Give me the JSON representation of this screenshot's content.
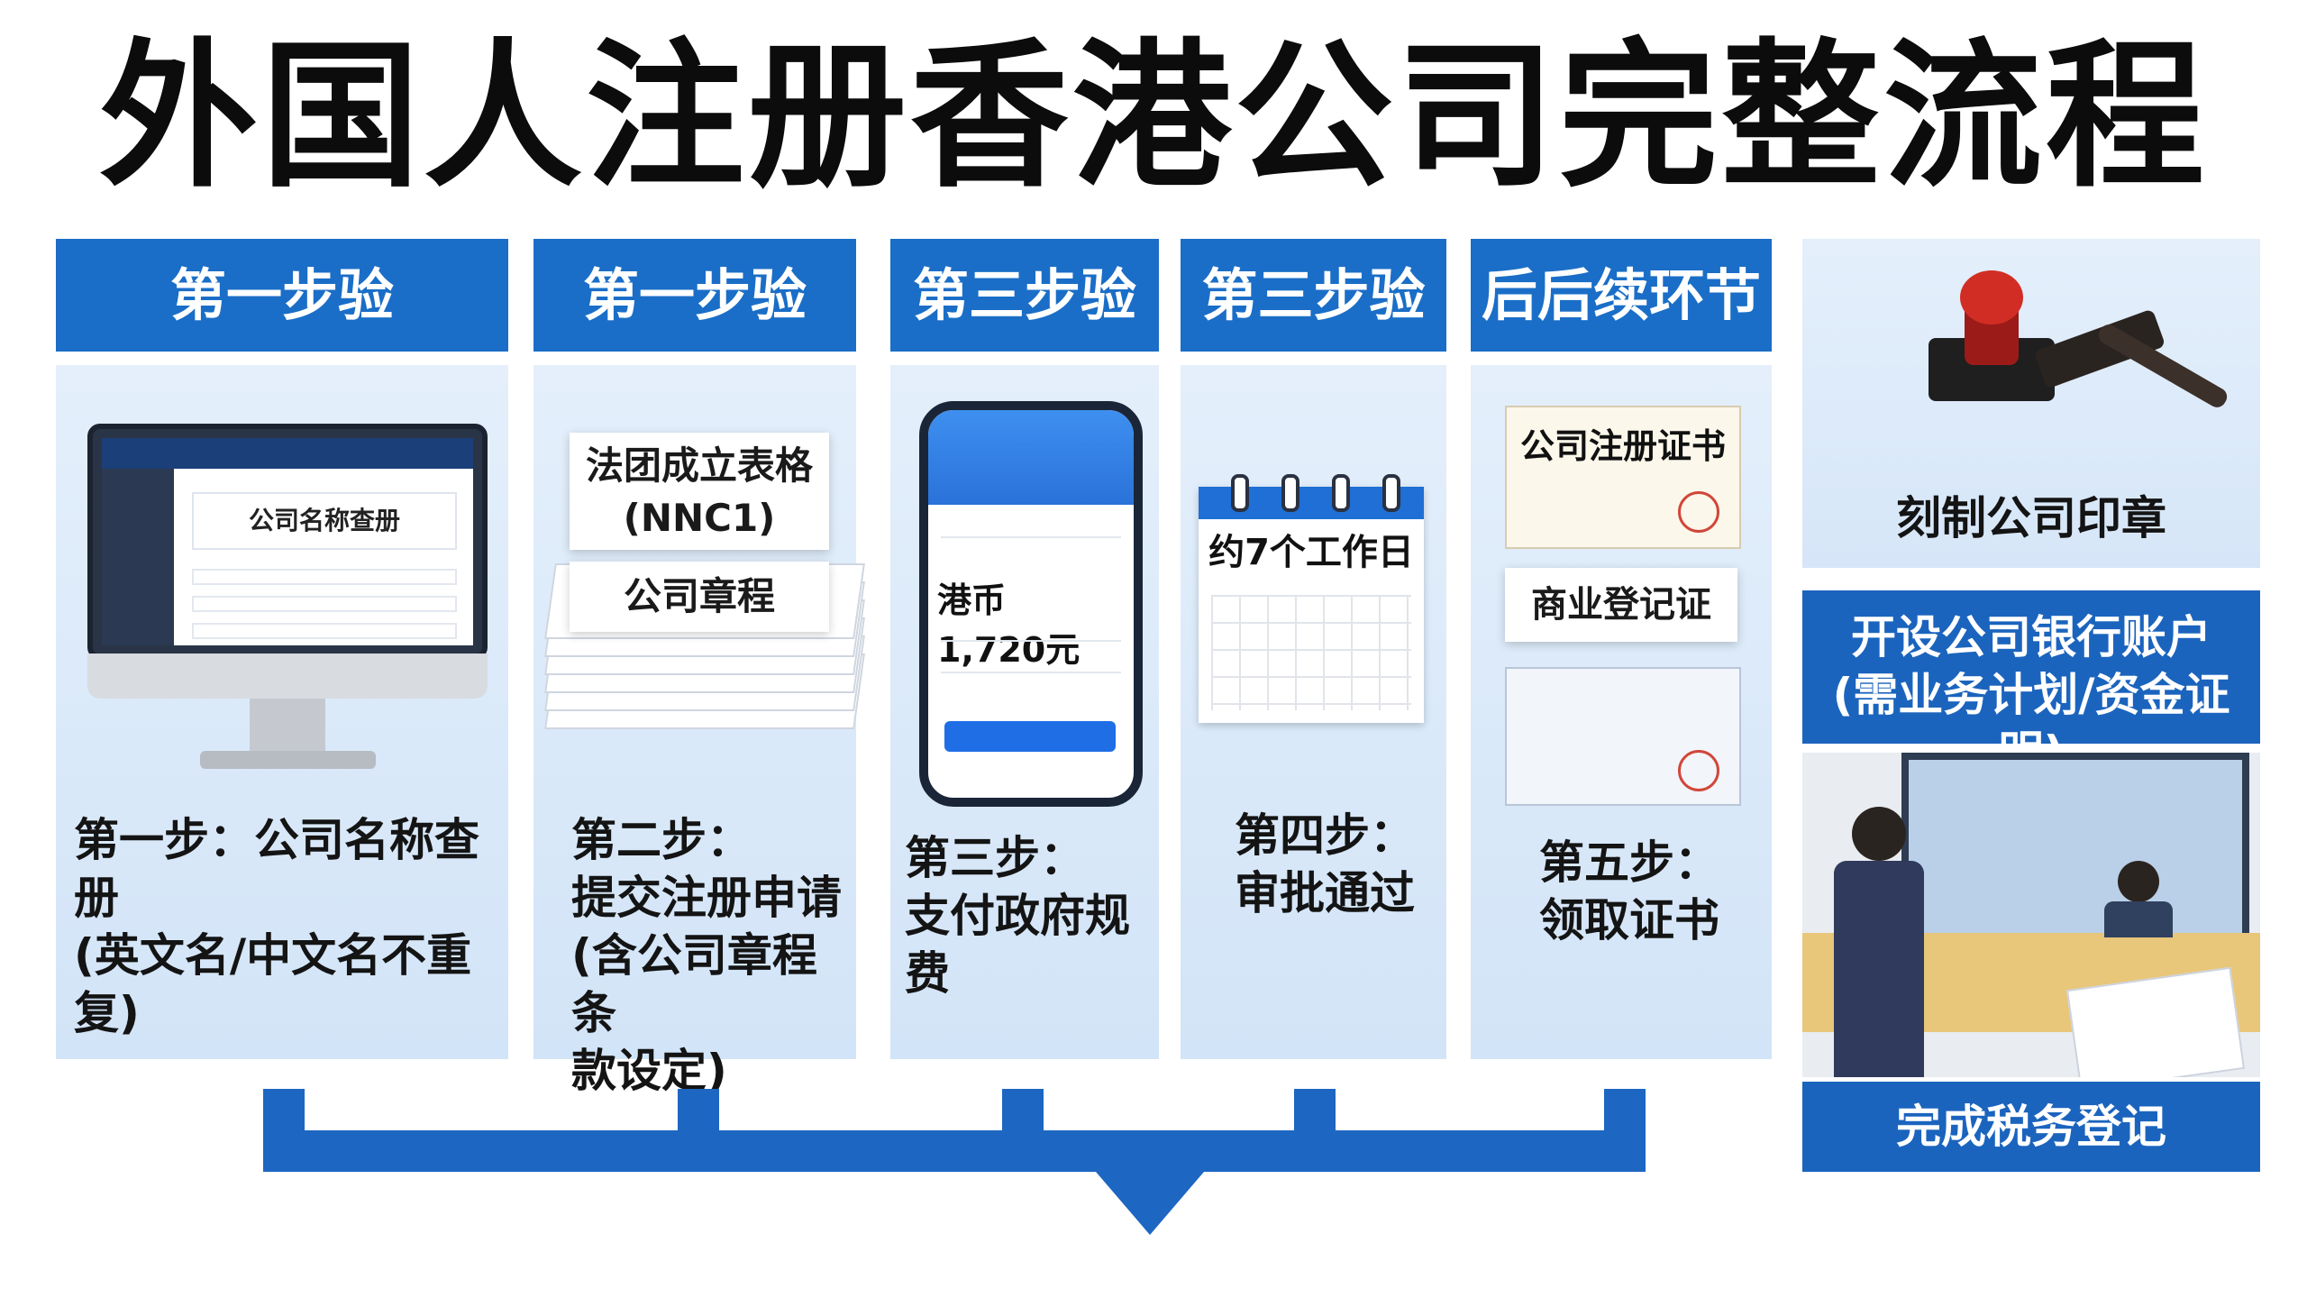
{
  "title": "外国人注册香港公司完整流程",
  "columns": [
    {
      "header": "第一步验",
      "step": [
        "第一步：公司名称查册",
        "(英文名/中文名不重复)"
      ],
      "screen_label": "公司名称查册"
    },
    {
      "header": "第一步验",
      "step": [
        "第二步：",
        "提交注册申请",
        "(含公司章程条",
        "款设定)"
      ],
      "card1": [
        "法团成立表格",
        "(NNC1)"
      ],
      "card2": "公司章程"
    },
    {
      "header": "第三步验",
      "step": [
        "第三步：",
        "支付政府规费"
      ],
      "amount": "港币1,720元"
    },
    {
      "header": "第三步验",
      "step": [
        "第四步：",
        "审批通过"
      ],
      "calendar": "约7个工作日"
    },
    {
      "header": "后后续环节",
      "step": [
        "第五步：",
        "领取证书"
      ],
      "cert1": "公司注册证书",
      "cert2": "商业登记证"
    }
  ],
  "right": {
    "stamp_label": "刻制公司印章",
    "bank": [
      "开设公司银行账户",
      "(需业务计划/资金证明)"
    ],
    "tax": "完成税务登记"
  },
  "icons": {
    "arrow": "arrow-down-icon",
    "stamp": "stamp-icon",
    "gavel": "gavel-icon"
  },
  "colors": {
    "primary": "#1a6ec7",
    "panel": "#dbe9f8"
  }
}
